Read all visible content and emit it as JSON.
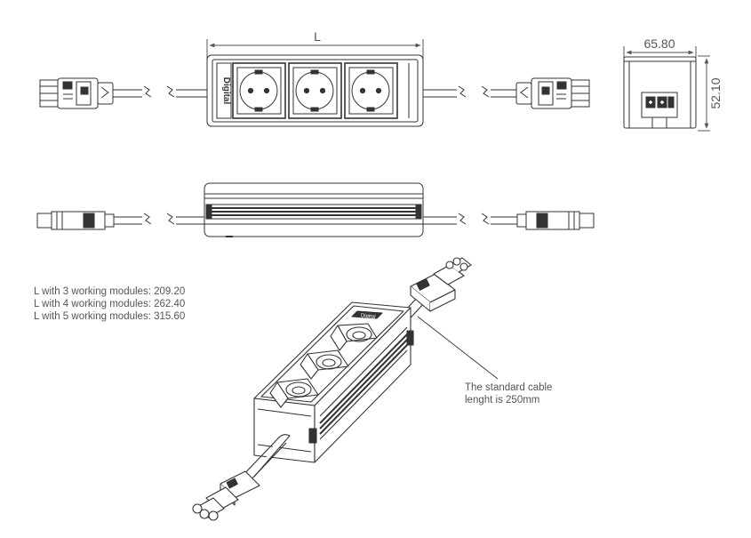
{
  "dimensions": {
    "length_label": "L",
    "width": "65.80",
    "height": "52.10"
  },
  "brand_mark": "Digital",
  "lengths": [
    "L with 3 working modules: 209.20",
    "L with 4 working modules: 262.40",
    "L with 5 working modules: 315.60"
  ],
  "cable_note": {
    "line1": "The standard cable",
    "line2": "lenght is 250mm"
  },
  "colors": {
    "line": "#333333",
    "dimension": "#555555",
    "text": "#555555"
  }
}
